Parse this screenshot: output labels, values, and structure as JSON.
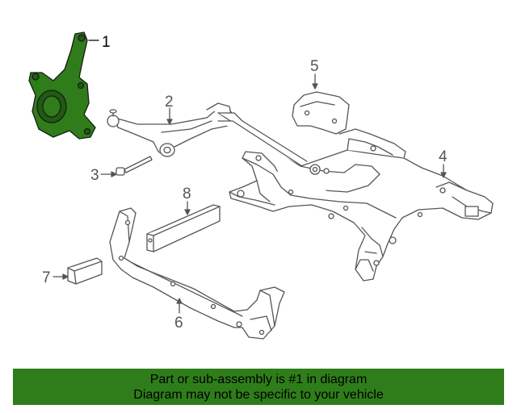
{
  "callouts": {
    "c1": "1",
    "c2": "2",
    "c3": "3",
    "c4": "4",
    "c5": "5",
    "c6": "6",
    "c7": "7",
    "c8": "8"
  },
  "banner": {
    "line1": "Part or sub-assembly is #1 in diagram",
    "line2": "Diagram may not be specific to your vehicle"
  },
  "colors": {
    "highlight": "#2e7d1a",
    "line": "#555555",
    "banner_bg": "#2e7d1a"
  }
}
